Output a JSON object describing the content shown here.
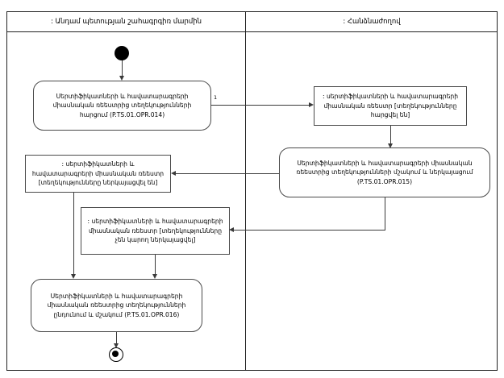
{
  "diagram": {
    "type": "uml-activity-diagram",
    "title_present": false,
    "colors": {
      "frame": "#222222",
      "node_border": "#4a4a4a",
      "edge": "#3a3a3a",
      "node_fill": "#ffffff",
      "node_text": "#000000",
      "canvas": "#ffffff"
    }
  },
  "swimlanes": [
    {
      "id": "lane-member-state",
      "label": ": Անդամ պետության շահագրգիռ մարմին"
    },
    {
      "id": "lane-commission",
      "label": ": Հանձնաժողով"
    }
  ],
  "nodes": [
    {
      "id": "initial",
      "kind": "initial-node",
      "lane": "lane-member-state",
      "label": ""
    },
    {
      "id": "action-014",
      "kind": "action",
      "lane": "lane-member-state",
      "label": "Սերտիֆիկատների և հավատարագրերի միասնական ռեեստրից տեղեկությունների հարցում (P.TS.01.OPR.014)"
    },
    {
      "id": "object-requested",
      "kind": "object-node",
      "lane": "lane-commission",
      "label": ": սերտիֆիկատների և հավատարագրերի միասնական ռեեստր [տեղեկությունները հարցվել են]"
    },
    {
      "id": "action-015",
      "kind": "action",
      "lane": "lane-commission",
      "label": "Սերտիֆիկատների և հավատարագրերի միասնական ռեեստրից տեղեկությունների մշակում և ներկայացում (P.TS.01.OPR.015)"
    },
    {
      "id": "object-presented",
      "kind": "object-node",
      "lane": "lane-member-state",
      "label": ": սերտիֆիկատների և հավատարագրերի միասնական ռեեստր [տեղեկությունները ներկայացվել են]"
    },
    {
      "id": "object-not-presented",
      "kind": "object-node",
      "lane": "lane-member-state",
      "label": ": սերտիֆիկատների և հավատարագրերի միասնական ռեեստր [տեղեկությունները չեն կարող ներկայացվել]"
    },
    {
      "id": "action-016",
      "kind": "action",
      "lane": "lane-member-state",
      "label": "Սերտիֆիկատների և հավատարագրերի միասնական ռեեստրից տեղեկությունների ընդունում և մշակում (P.TS.01.OPR.016)"
    },
    {
      "id": "final",
      "kind": "final-node",
      "lane": "lane-member-state",
      "label": ""
    }
  ],
  "edges": [
    {
      "id": "e-initial-014",
      "from": "initial",
      "to": "action-014",
      "label": ""
    },
    {
      "id": "e-014-requested",
      "from": "action-014",
      "to": "object-requested",
      "label": "1"
    },
    {
      "id": "e-requested-015",
      "from": "object-requested",
      "to": "action-015",
      "label": ""
    },
    {
      "id": "e-015-presented",
      "from": "action-015",
      "to": "object-presented",
      "label": ""
    },
    {
      "id": "e-015-notpresented",
      "from": "action-015",
      "to": "object-not-presented",
      "label": ""
    },
    {
      "id": "e-presented-016",
      "from": "object-presented",
      "to": "action-016",
      "label": ""
    },
    {
      "id": "e-notpresented-016",
      "from": "object-not-presented",
      "to": "action-016",
      "label": ""
    },
    {
      "id": "e-016-final",
      "from": "action-016",
      "to": "final",
      "label": ""
    }
  ]
}
